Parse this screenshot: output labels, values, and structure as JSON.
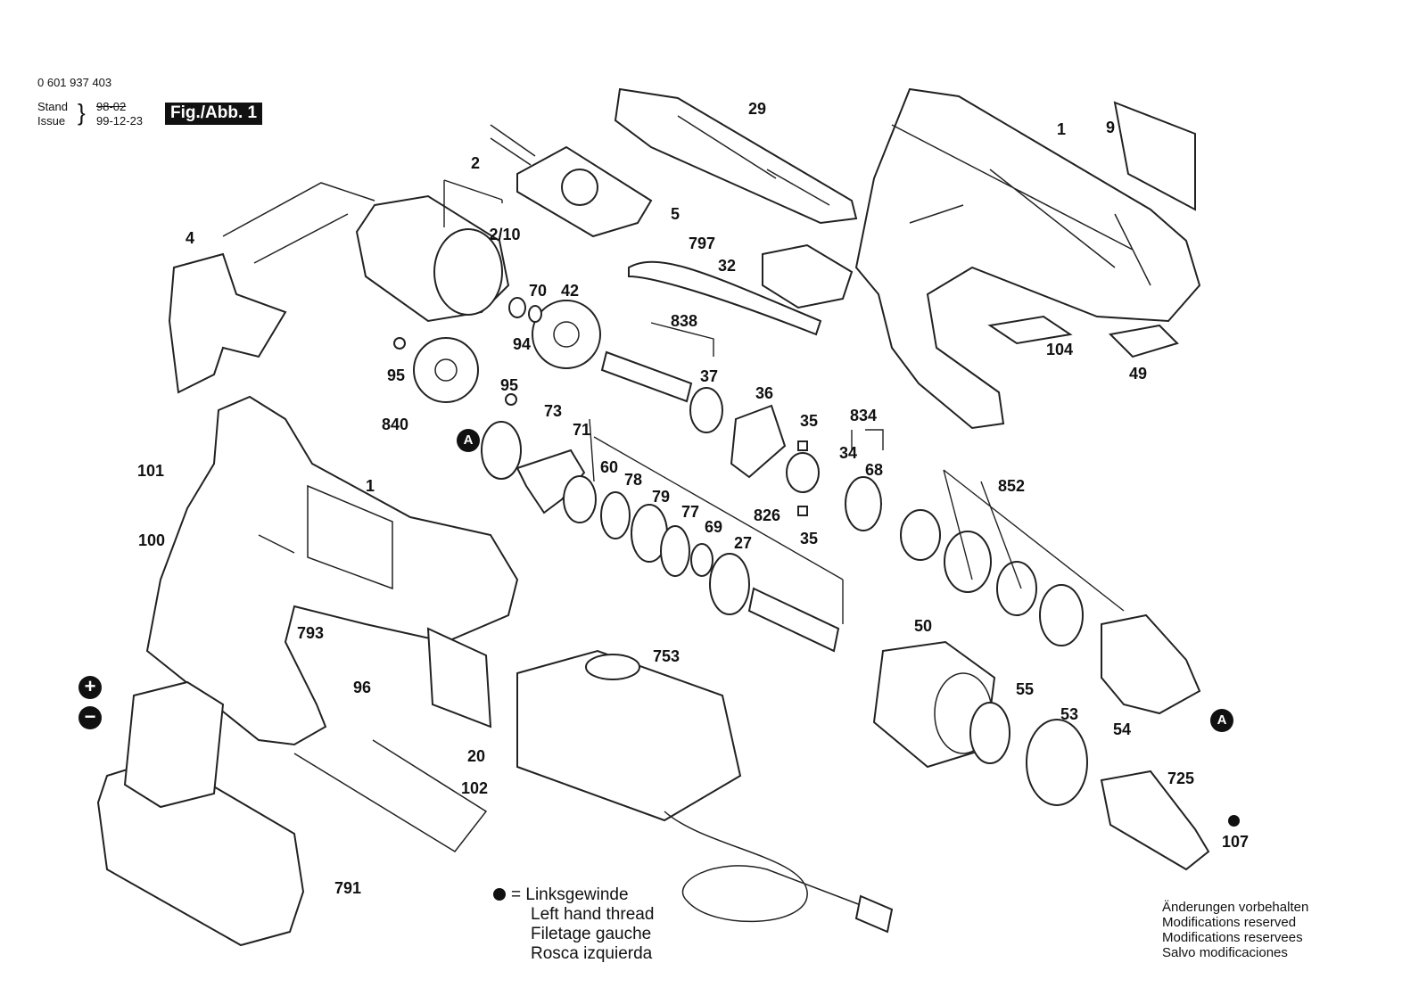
{
  "header": {
    "part_number": "0 601 937 403",
    "stand_label": "Stand",
    "issue_label": "Issue",
    "stand_value": "98-02",
    "issue_value": "99-12-23",
    "figure_tag": "Fig./Abb. 1"
  },
  "markers": {
    "a_label": "A",
    "plus": "+",
    "minus": "−"
  },
  "callouts": [
    {
      "key": "c1a",
      "label": "1"
    },
    {
      "key": "c1b",
      "label": "1"
    },
    {
      "key": "c2",
      "label": "2"
    },
    {
      "key": "c210",
      "label": "2/10"
    },
    {
      "key": "c4",
      "label": "4"
    },
    {
      "key": "c5",
      "label": "5"
    },
    {
      "key": "c9",
      "label": "9"
    },
    {
      "key": "c20",
      "label": "20"
    },
    {
      "key": "c27",
      "label": "27"
    },
    {
      "key": "c29",
      "label": "29"
    },
    {
      "key": "c32",
      "label": "32"
    },
    {
      "key": "c34",
      "label": "34"
    },
    {
      "key": "c35a",
      "label": "35"
    },
    {
      "key": "c35b",
      "label": "35"
    },
    {
      "key": "c36",
      "label": "36"
    },
    {
      "key": "c37",
      "label": "37"
    },
    {
      "key": "c42",
      "label": "42"
    },
    {
      "key": "c49",
      "label": "49"
    },
    {
      "key": "c50",
      "label": "50"
    },
    {
      "key": "c53",
      "label": "53"
    },
    {
      "key": "c54",
      "label": "54"
    },
    {
      "key": "c55",
      "label": "55"
    },
    {
      "key": "c60",
      "label": "60"
    },
    {
      "key": "c68",
      "label": "68"
    },
    {
      "key": "c69",
      "label": "69"
    },
    {
      "key": "c70",
      "label": "70"
    },
    {
      "key": "c71",
      "label": "71"
    },
    {
      "key": "c73",
      "label": "73"
    },
    {
      "key": "c77",
      "label": "77"
    },
    {
      "key": "c78",
      "label": "78"
    },
    {
      "key": "c79",
      "label": "79"
    },
    {
      "key": "c94",
      "label": "94"
    },
    {
      "key": "c95a",
      "label": "95"
    },
    {
      "key": "c95b",
      "label": "95"
    },
    {
      "key": "c96",
      "label": "96"
    },
    {
      "key": "c100",
      "label": "100"
    },
    {
      "key": "c101",
      "label": "101"
    },
    {
      "key": "c102",
      "label": "102"
    },
    {
      "key": "c104",
      "label": "104"
    },
    {
      "key": "c107",
      "label": "107"
    },
    {
      "key": "c725",
      "label": "725"
    },
    {
      "key": "c753",
      "label": "753"
    },
    {
      "key": "c791",
      "label": "791"
    },
    {
      "key": "c793",
      "label": "793"
    },
    {
      "key": "c797",
      "label": "797"
    },
    {
      "key": "c826",
      "label": "826"
    },
    {
      "key": "c834",
      "label": "834"
    },
    {
      "key": "c838",
      "label": "838"
    },
    {
      "key": "c840",
      "label": "840"
    },
    {
      "key": "c852",
      "label": "852"
    }
  ],
  "legend": {
    "symbol_eq": "=",
    "lines": [
      "Linksgewinde",
      "Left hand thread",
      "Filetage gauche",
      "Rosca izquierda"
    ]
  },
  "notes": [
    "Änderungen vorbehalten",
    "Modifications reserved",
    "Modifications reservees",
    "Salvo modificaciones"
  ]
}
